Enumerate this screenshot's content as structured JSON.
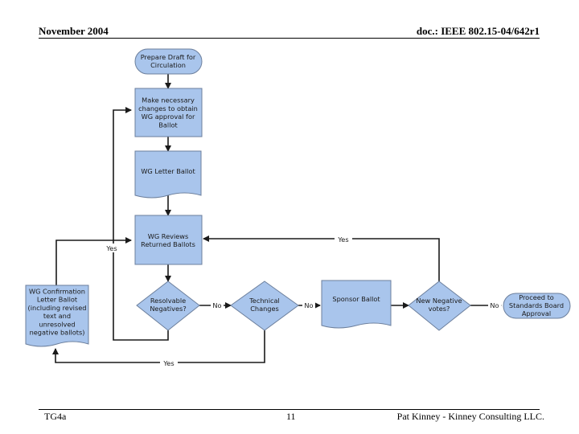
{
  "header": {
    "left": "November 2004",
    "right": "doc.: IEEE 802.15-04/642r1"
  },
  "footer": {
    "left": "TG4a",
    "center": "11",
    "right": "Pat Kinney - Kinney Consulting LLC."
  },
  "flow": {
    "node1": [
      "Prepare Draft for",
      "Circulation"
    ],
    "node2": [
      "Make necessary",
      "changes to obtain",
      "WG approval for",
      "Ballot"
    ],
    "node3": [
      "WG Letter Ballot"
    ],
    "node4": [
      "WG Reviews",
      "Returned Ballots"
    ],
    "node5": [
      "Resolvable",
      "Negatives?"
    ],
    "node6": [
      "Technical",
      "Changes"
    ],
    "node7": [
      "Sponsor Ballot"
    ],
    "node8": [
      "New Negative",
      "votes?"
    ],
    "node9": [
      "Proceed to",
      "Standards Board",
      "Approval"
    ],
    "node10": [
      "WG Confirmation",
      "Letter Ballot",
      "(including revised",
      "text and",
      "unresolved",
      "negative ballots)"
    ],
    "edge_yes": "Yes",
    "edge_no": "No"
  },
  "colors": {
    "shape_fill": "#a9c5ec",
    "shape_stroke": "#6c7f9c",
    "line": "#1a1a1a"
  }
}
